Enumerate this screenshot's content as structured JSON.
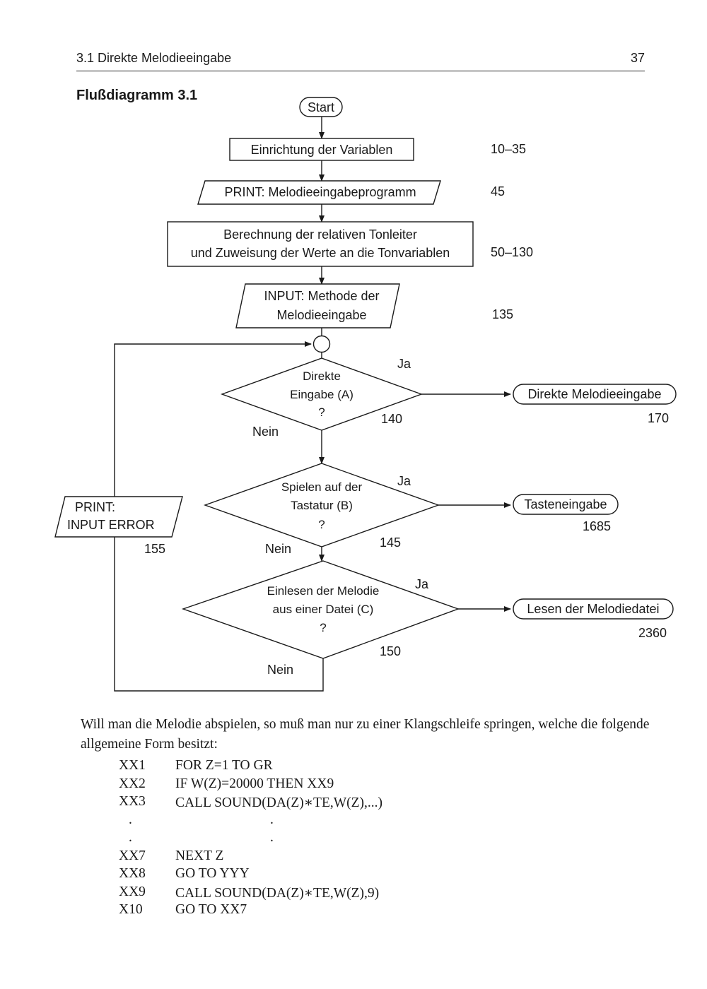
{
  "header": {
    "running_title": "3.1  Direkte Melodieeingabe",
    "page_number": "37"
  },
  "figure": {
    "title": "Flußdiagramm 3.1",
    "start": "Start",
    "setup": {
      "label": "Einrichtung der Variablen",
      "line": "10–35"
    },
    "print_title": {
      "label": "PRINT:  Melodieeingabeprogramm",
      "line": "45"
    },
    "calc": {
      "line1": "Berechnung der relativen Tonleiter",
      "line2": "und Zuweisung der Werte an die Tonvariablen",
      "line": "50–130"
    },
    "input": {
      "line1": "INPUT:  Methode der",
      "line2": "Melodieeingabe",
      "line": "135"
    },
    "decision_a": {
      "line1": "Direkte",
      "line2": "Eingabe (A)",
      "q": "?",
      "line": "140",
      "yes": "Ja",
      "no": "Nein"
    },
    "decision_b": {
      "line1": "Spielen auf der",
      "line2": "Tastatur (B)",
      "q": "?",
      "line": "145",
      "yes": "Ja",
      "no": "Nein"
    },
    "decision_c": {
      "line1": "Einlesen der Melodie",
      "line2": "aus einer Datei (C)",
      "q": "?",
      "line": "150",
      "yes": "Ja",
      "no": "Nein"
    },
    "terminal_a": {
      "label": "Direkte Melodieeingabe",
      "line": "170"
    },
    "terminal_b": {
      "label": "Tasteneingabe",
      "line": "1685"
    },
    "terminal_c": {
      "label": "Lesen der Melodiedatei",
      "line": "2360"
    },
    "error": {
      "line1": "PRINT:",
      "line2": "INPUT ERROR",
      "line": "155"
    }
  },
  "body": {
    "paragraph": "Will  man die Melodie abspielen, so muß man nur zu einer Klangschleife springen, welche die folgende allgemeine Form besitzt:"
  },
  "code": [
    {
      "ln": "XX1",
      "stmt": "FOR Z=1  TO GR"
    },
    {
      "ln": "XX2",
      "stmt": "IF W(Z)=20000 THEN XX9"
    },
    {
      "ln": "XX3",
      "stmt": "CALL SOUND(DA(Z)∗TE,W(Z),...)"
    },
    {
      "ln": ".",
      "stmt": "."
    },
    {
      "ln": ".",
      "stmt": "."
    },
    {
      "ln": "XX7",
      "stmt": "NEXT Z"
    },
    {
      "ln": "XX8",
      "stmt": "GO TO YYY"
    },
    {
      "ln": "XX9",
      "stmt": "CALL SOUND(DA(Z)∗TE,W(Z),9)"
    },
    {
      "ln": "X10",
      "stmt": "GO TO XX7"
    }
  ]
}
